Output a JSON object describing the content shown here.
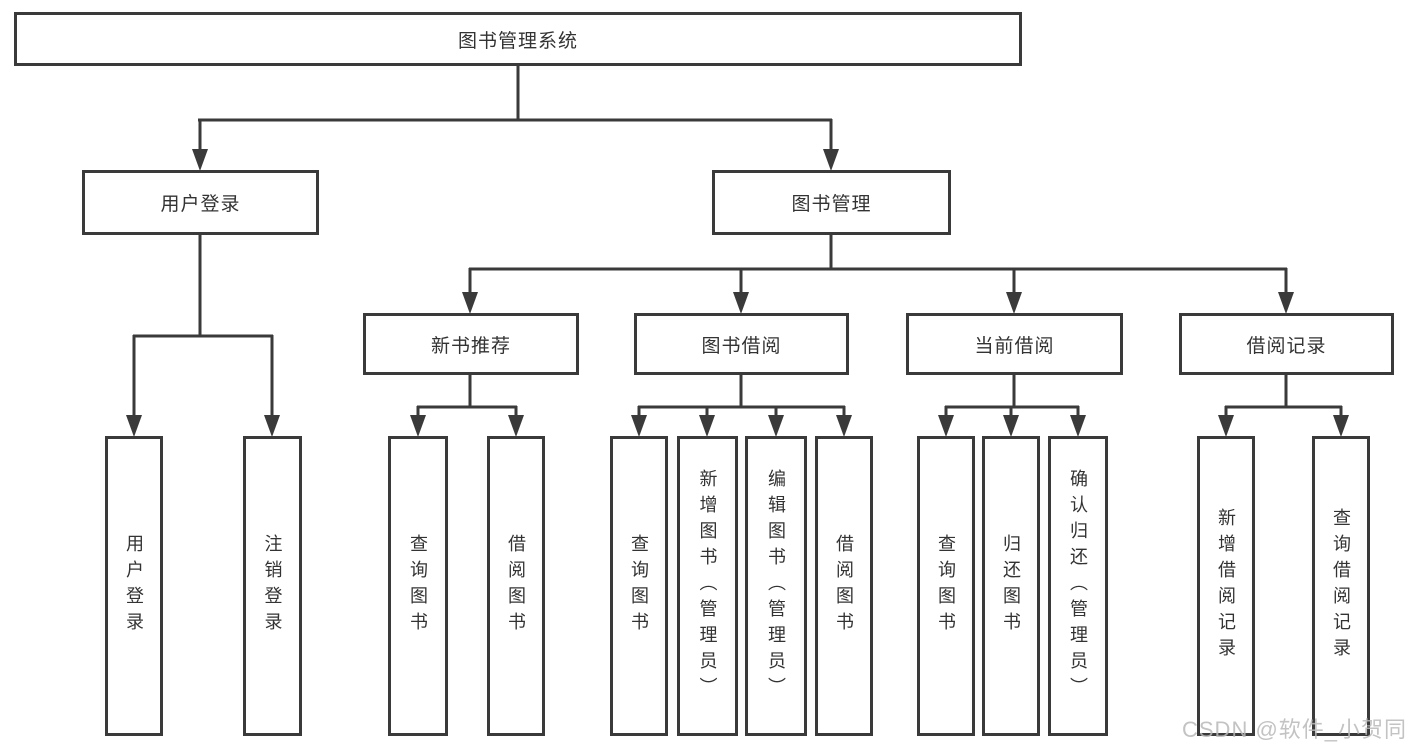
{
  "diagram": {
    "title": "图书管理系统",
    "nodes": {
      "root": "图书管理系统",
      "userLogin": "用户登录",
      "bookMgmt": "图书管理",
      "newBookRec": "新书推荐",
      "bookBorrow": "图书借阅",
      "currentBorrow": "当前借阅",
      "borrowRecord": "借阅记录",
      "leafUserLogin": "用户登录",
      "leafLogout": "注销登录",
      "leafQueryBook1": "查询图书",
      "leafBorrowBook1": "借阅图书",
      "leafQueryBook2": "查询图书",
      "leafAddBook": "新增图书（管理员）",
      "leafEditBook": "编辑图书（管理员）",
      "leafBorrowBook2": "借阅图书",
      "leafQueryBook3": "查询图书",
      "leafReturnBook": "归还图书",
      "leafConfirmReturn": "确认归还（管理员）",
      "leafAddRecord": "新增借阅记录",
      "leafQueryRecord": "查询借阅记录"
    },
    "structure": {
      "图书管理系统": {
        "用户登录": [
          "用户登录",
          "注销登录"
        ],
        "图书管理": {
          "新书推荐": [
            "查询图书",
            "借阅图书"
          ],
          "图书借阅": [
            "查询图书",
            "新增图书（管理员）",
            "编辑图书（管理员）",
            "借阅图书"
          ],
          "当前借阅": [
            "查询图书",
            "归还图书",
            "确认归还（管理员）"
          ],
          "借阅记录": [
            "新增借阅记录",
            "查询借阅记录"
          ]
        }
      }
    },
    "colors": {
      "line": "#3a3a3a",
      "text": "#333333",
      "background": "#ffffff",
      "watermark": "#b9b9b9"
    }
  },
  "watermark": {
    "text": "CSDN @软件_小贺同学"
  }
}
